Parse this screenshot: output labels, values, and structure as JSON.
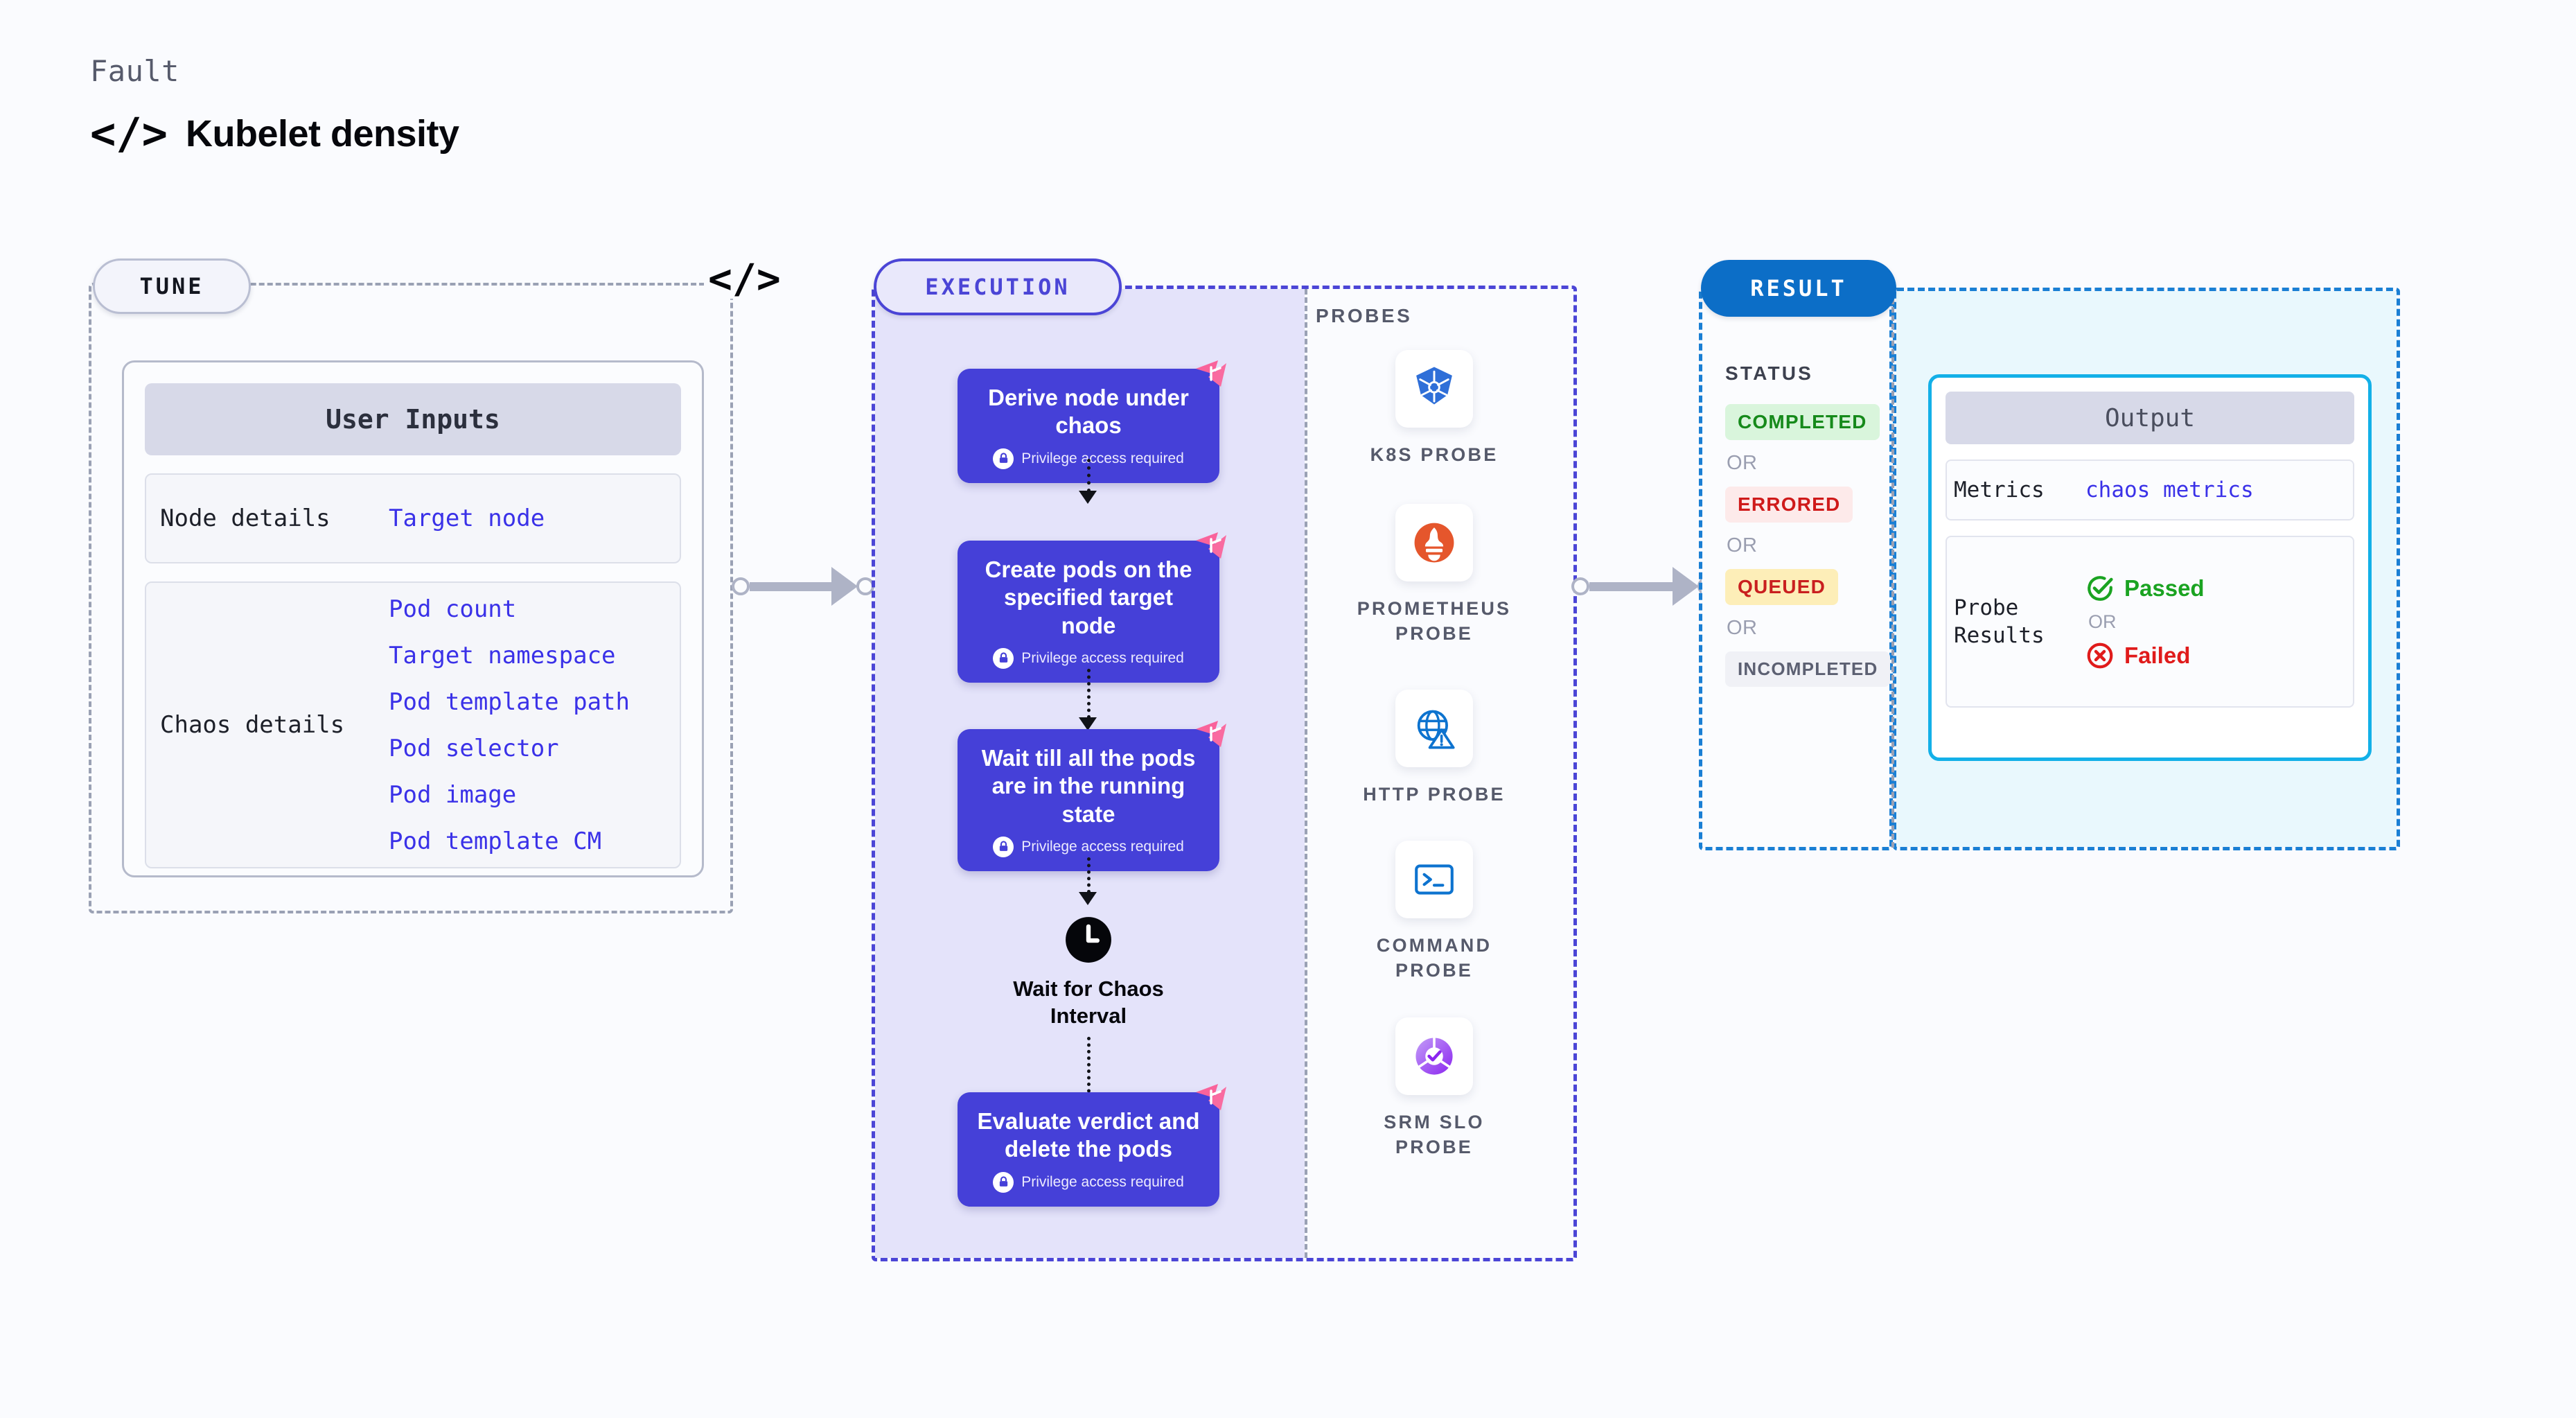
{
  "header": {
    "kicker": "Fault",
    "icon": "code-icon",
    "title": "Kubelet density"
  },
  "stages": {
    "tune": "TUNE",
    "execution": "EXECUTION",
    "result": "RESULT"
  },
  "tune": {
    "code_icon": "code-icon",
    "card_title": "User Inputs",
    "sections": [
      {
        "label": "Node details",
        "values": [
          "Target node"
        ]
      },
      {
        "label": "Chaos details",
        "values": [
          "Pod count",
          "Target namespace",
          "Pod template path",
          "Pod selector",
          "Pod image",
          "Pod template CM"
        ]
      }
    ]
  },
  "execution": {
    "steps": [
      {
        "title": "Derive node under chaos",
        "sub": "Privilege access required",
        "badge": "harness-ribbon-icon"
      },
      {
        "title": "Create pods on the specified target node",
        "sub": "Privilege access required",
        "badge": "harness-ribbon-icon"
      },
      {
        "title": "Wait till all the pods are in the running state",
        "sub": "Privilege access required",
        "badge": "harness-ribbon-icon"
      },
      {
        "title": "Evaluate verdict and delete the pods",
        "sub": "Privilege access required",
        "badge": "harness-ribbon-icon"
      }
    ],
    "wait": {
      "icon": "clock-icon",
      "label": "Wait for Chaos Interval"
    }
  },
  "probes": {
    "heading": "PROBES",
    "items": [
      {
        "name": "K8S PROBE",
        "icon": "kubernetes-icon"
      },
      {
        "name": "PROMETHEUS PROBE",
        "icon": "prometheus-icon"
      },
      {
        "name": "HTTP PROBE",
        "icon": "http-globe-icon"
      },
      {
        "name": "COMMAND PROBE",
        "icon": "terminal-icon"
      },
      {
        "name": "SRM SLO PROBE",
        "icon": "srm-slo-icon"
      }
    ]
  },
  "result": {
    "status_heading": "STATUS",
    "or_text": "OR",
    "statuses": [
      {
        "label": "COMPLETED",
        "bg": "#d9f5dc",
        "fg": "#168a1b"
      },
      {
        "label": "ERRORED",
        "bg": "#fdeaea",
        "fg": "#cf1a1a"
      },
      {
        "label": "QUEUED",
        "bg": "#fdeeb8",
        "fg": "#c91f1f"
      },
      {
        "label": "INCOMPLETED",
        "bg": "#f0f1f6",
        "fg": "#5c6072"
      }
    ],
    "output": {
      "title": "Output",
      "metrics_label": "Metrics",
      "metrics_value": "chaos metrics",
      "probe_label": "Probe Results",
      "passed": "Passed",
      "failed": "Failed",
      "or_text": "OR"
    }
  },
  "colors": {
    "indigo": "#4540d8",
    "indigo_border": "#4b45d6",
    "result_blue": "#0c6ec7",
    "output_cyan": "#13b0e8",
    "mono_blue": "#3a31e8",
    "ribbon_pink": "#f9639b",
    "background": "#fafbfe"
  }
}
